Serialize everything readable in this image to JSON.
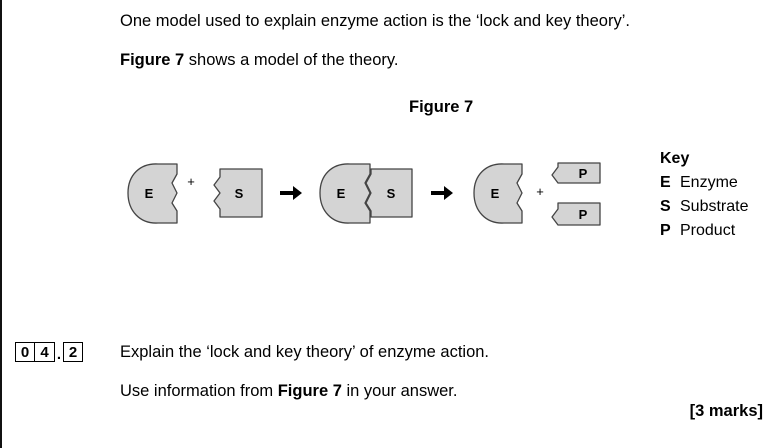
{
  "intro": "One model used to explain enzyme action is the ‘lock and key theory’.",
  "figure_ref": {
    "bold": "Figure 7",
    "rest": " shows a model of the theory."
  },
  "figure": {
    "title": "Figure 7",
    "labels": {
      "enzyme": "E",
      "substrate": "S",
      "product": "P",
      "plus": "+"
    }
  },
  "key": {
    "title": "Key",
    "items": [
      {
        "symbol": "E",
        "label": "Enzyme"
      },
      {
        "symbol": "S",
        "label": "Substrate"
      },
      {
        "symbol": "P",
        "label": "Product"
      }
    ]
  },
  "question": {
    "number_digits": [
      "0",
      "4",
      "2"
    ],
    "separator": ".",
    "text": "Explain the ‘lock and key theory’ of enzyme action.",
    "use_prefix": "Use information from ",
    "use_bold": "Figure 7",
    "use_suffix": " in your answer.",
    "marks": "[3 marks]"
  }
}
